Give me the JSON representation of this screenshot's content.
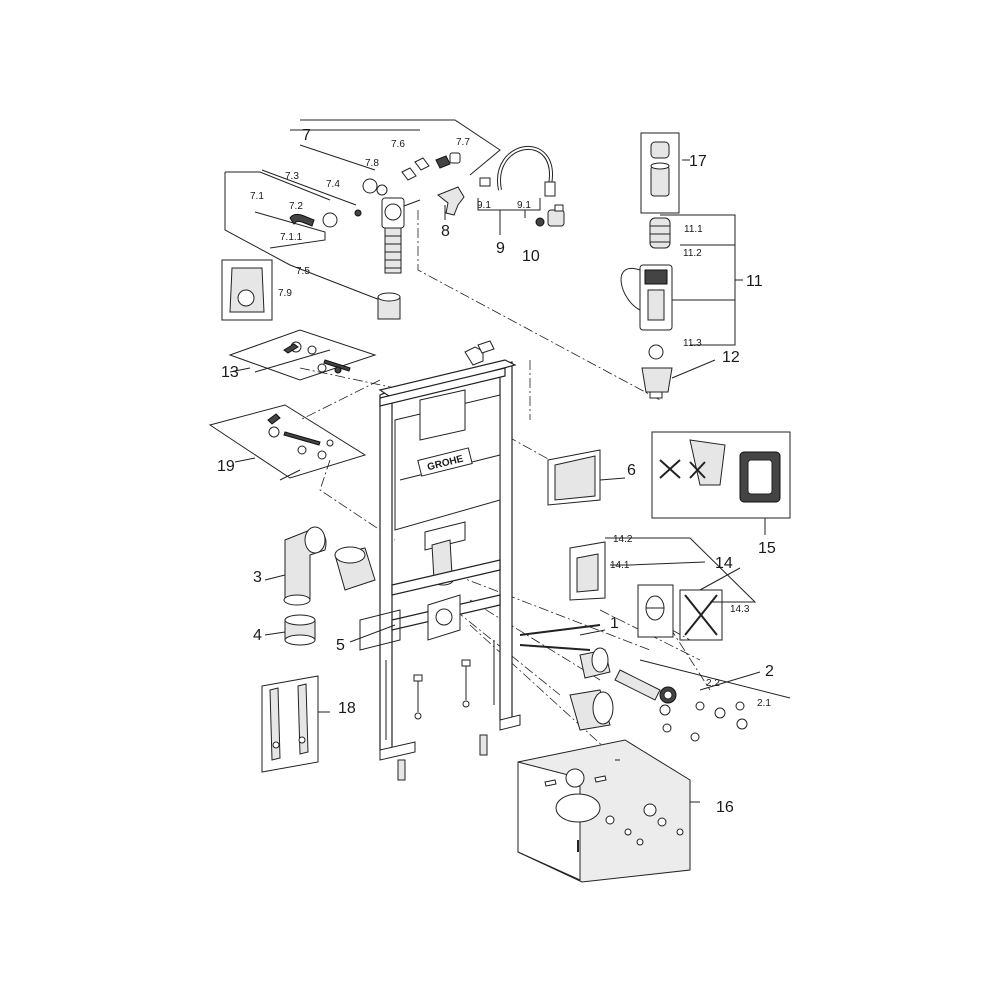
{
  "brand": "GROHE",
  "callouts": {
    "c1": "1",
    "c2": "2",
    "c2_1": "2.1",
    "c2_2": "2.2",
    "c3": "3",
    "c4": "4",
    "c5": "5",
    "c6": "6",
    "c7": "7",
    "c7_1": "7.1",
    "c7_1_1": "7.1.1",
    "c7_2": "7.2",
    "c7_3": "7.3",
    "c7_4": "7.4",
    "c7_5": "7.5",
    "c7_6": "7.6",
    "c7_7": "7.7",
    "c7_8": "7.8",
    "c7_9": "7.9",
    "c8": "8",
    "c9": "9",
    "c9_1a": "9.1",
    "c9_1b": "9.1",
    "c10": "10",
    "c11": "11",
    "c11_1": "11.1",
    "c11_2": "11.2",
    "c11_3": "11.3",
    "c12": "12",
    "c13": "13",
    "c14": "14",
    "c14_1": "14.1",
    "c14_2": "14.2",
    "c14_3": "14.3",
    "c15": "15",
    "c16": "16",
    "c17": "17",
    "c18": "18",
    "c19": "19"
  }
}
